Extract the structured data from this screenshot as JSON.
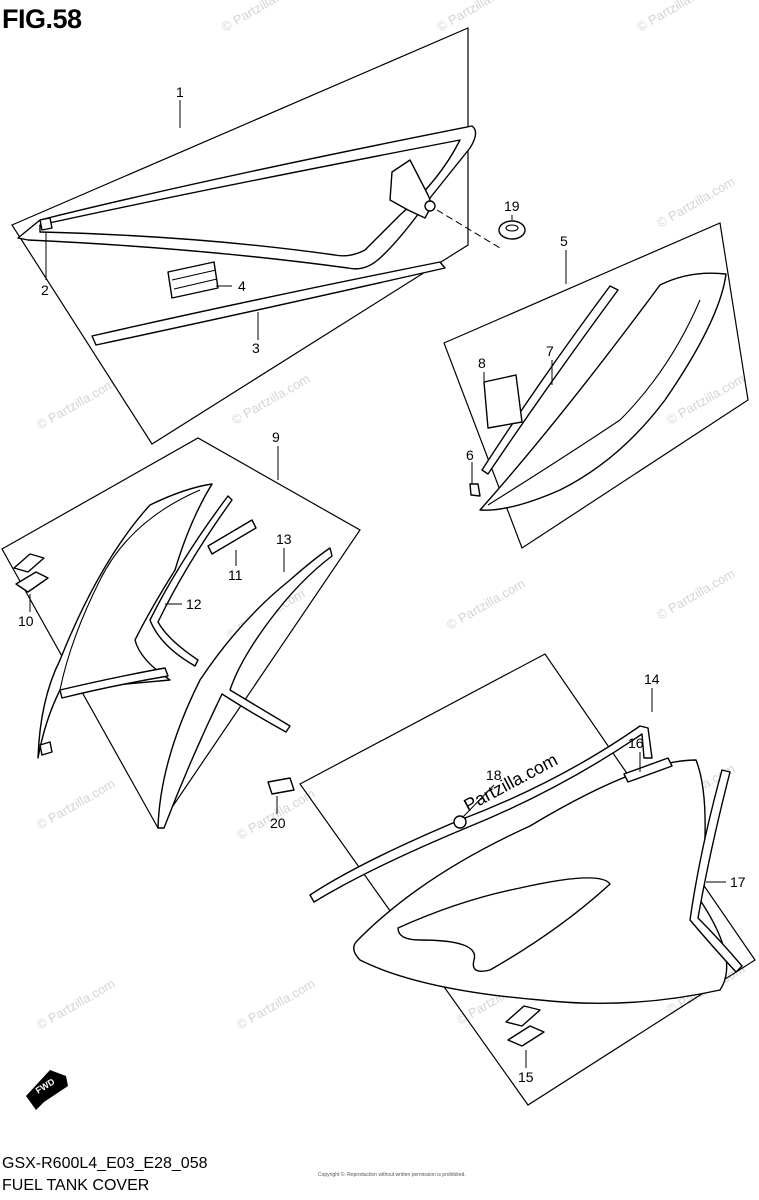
{
  "header": {
    "figure_number": "FIG.58",
    "model_code": "GSX-R600L4_E03_E28_058",
    "diagram_name": "FUEL TANK COVER"
  },
  "watermark": {
    "text": "© Partzilla.com",
    "brand_text": "Partzilla.com"
  },
  "footer": {
    "copyright_note": "Copyright ©. Reproduction without written permission is prohibited."
  },
  "fwd_label": "FWD",
  "callouts": [
    {
      "id": "1",
      "label": "1"
    },
    {
      "id": "2",
      "label": "2"
    },
    {
      "id": "3",
      "label": "3"
    },
    {
      "id": "4",
      "label": "4"
    },
    {
      "id": "5",
      "label": "5"
    },
    {
      "id": "6",
      "label": "6"
    },
    {
      "id": "7",
      "label": "7"
    },
    {
      "id": "8",
      "label": "8"
    },
    {
      "id": "9",
      "label": "9"
    },
    {
      "id": "10",
      "label": "10"
    },
    {
      "id": "11",
      "label": "11"
    },
    {
      "id": "12",
      "label": "12"
    },
    {
      "id": "13",
      "label": "13"
    },
    {
      "id": "14",
      "label": "14"
    },
    {
      "id": "15",
      "label": "15"
    },
    {
      "id": "16",
      "label": "16"
    },
    {
      "id": "17",
      "label": "17"
    },
    {
      "id": "18",
      "label": "18"
    },
    {
      "id": "19",
      "label": "19"
    },
    {
      "id": "20",
      "label": "20"
    }
  ]
}
